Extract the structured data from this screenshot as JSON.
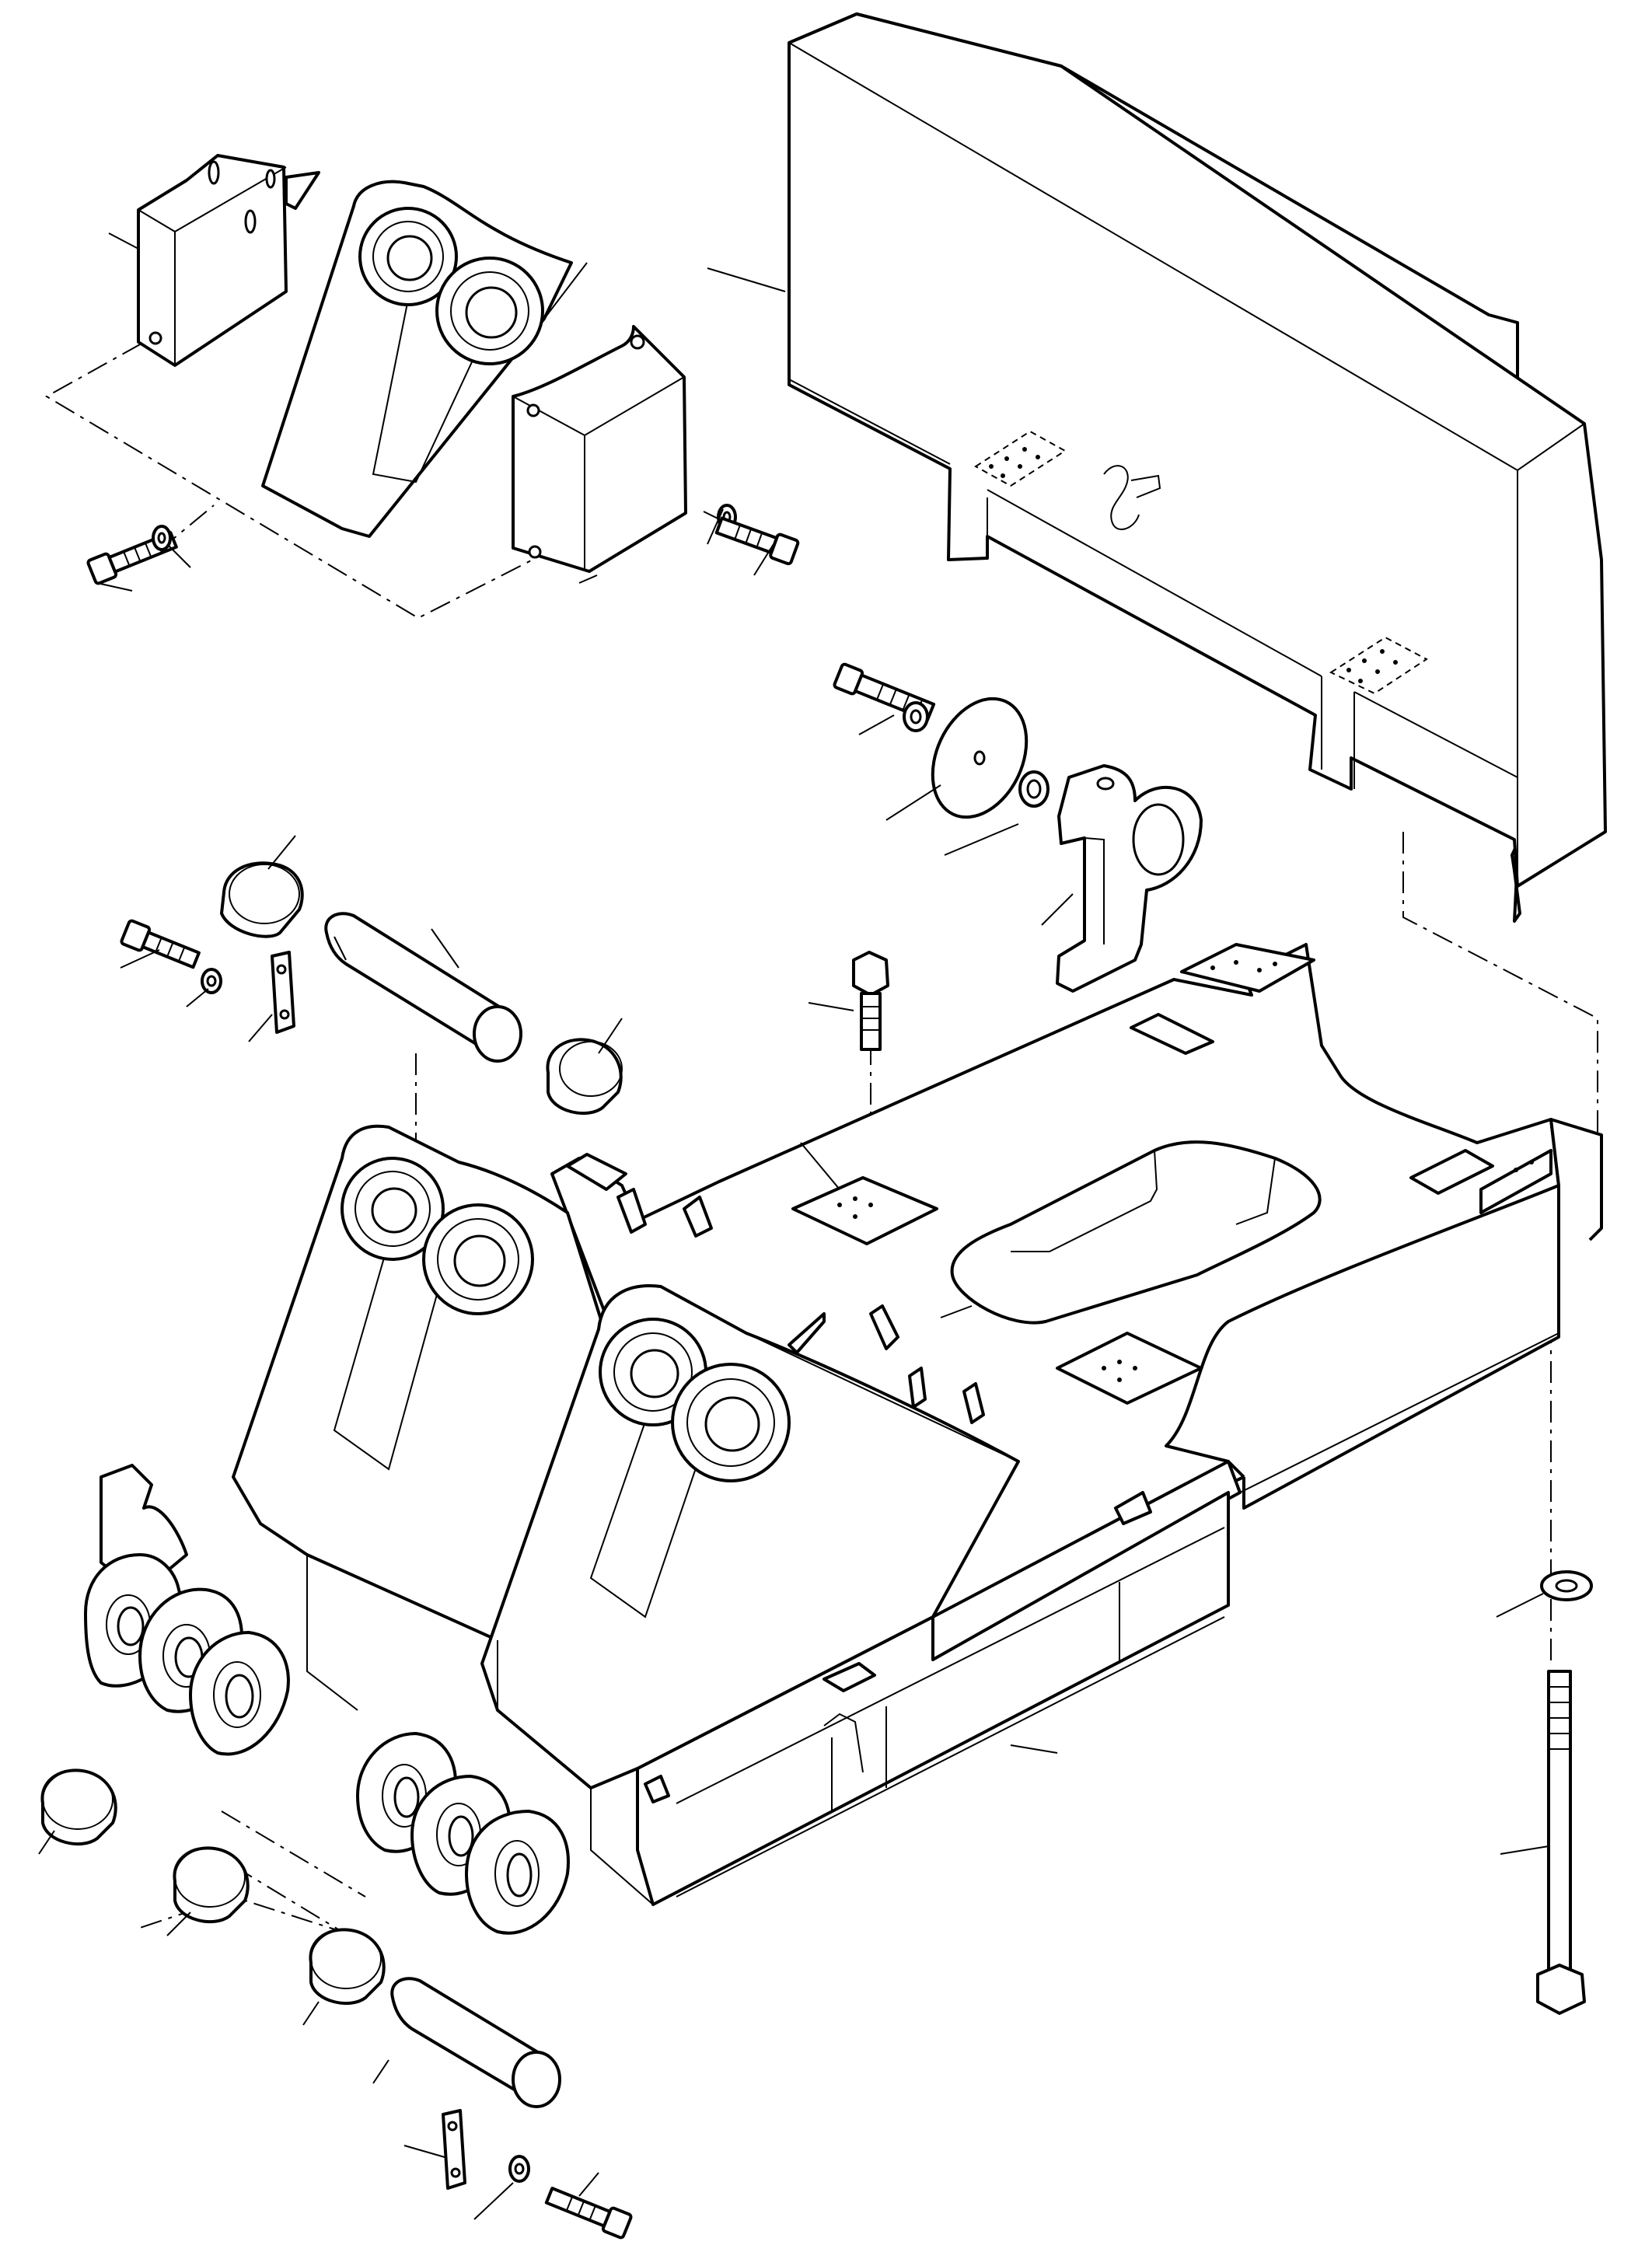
{
  "drawing": {
    "kind": "exploded parts diagram",
    "colors": {
      "line": "#000000",
      "background": "#ffffff"
    },
    "parts": [
      "counterweight",
      "cab-mount-bracket-left",
      "cab-mount-bracket-right",
      "upper-boom-clevis",
      "bolt",
      "washer",
      "spacer-plate",
      "lifting-eye",
      "bushing",
      "pin",
      "lock-plate",
      "tie-rod",
      "main-frame"
    ]
  }
}
